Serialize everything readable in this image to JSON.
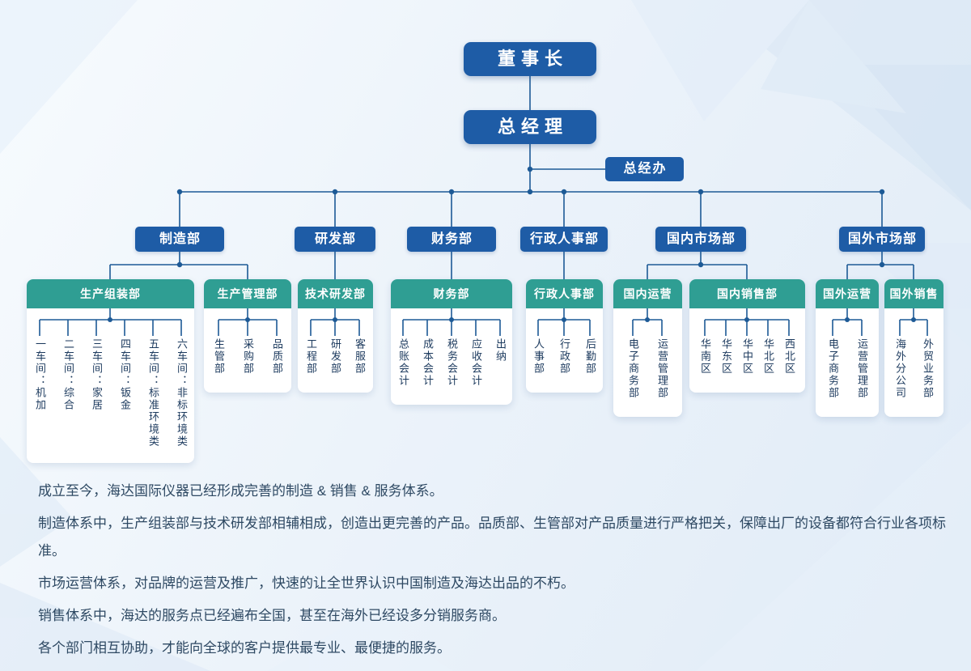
{
  "org": {
    "chairman": "董事长",
    "general_manager": "总经理",
    "gm_office": "总经办",
    "departments": [
      {
        "label": "制造部"
      },
      {
        "label": "研发部"
      },
      {
        "label": "财务部"
      },
      {
        "label": "行政人事部"
      },
      {
        "label": "国内市场部"
      },
      {
        "label": "国外市场部"
      }
    ],
    "panels": [
      {
        "title": "生产组装部",
        "items": [
          "一车间：机加",
          "二车间：综合",
          "三车间：家居",
          "四车间：钣金",
          "五车间：标准环境类",
          "六车间：非标环境类"
        ]
      },
      {
        "title": "生产管理部",
        "items": [
          "生管部",
          "采购部",
          "品质部"
        ]
      },
      {
        "title": "技术研发部",
        "items": [
          "工程部",
          "研发部",
          "客服部"
        ]
      },
      {
        "title": "财务部",
        "items": [
          "总账会计",
          "成本会计",
          "税务会计",
          "应收会计",
          "出纳"
        ]
      },
      {
        "title": "行政人事部",
        "items": [
          "人事部",
          "行政部",
          "后勤部"
        ]
      },
      {
        "title": "国内运营",
        "items": [
          "电子商务部",
          "运营管理部"
        ]
      },
      {
        "title": "国内销售部",
        "items": [
          "华南区",
          "华东区",
          "华中区",
          "华北区",
          "西北区"
        ]
      },
      {
        "title": "国外运营",
        "items": [
          "电子商务部",
          "运营管理部"
        ]
      },
      {
        "title": "国外销售部",
        "items": [
          "海外分公司",
          "外贸业务部"
        ]
      }
    ]
  },
  "description": {
    "paragraphs": [
      "成立至今，海达国际仪器已经形成完善的制造 & 销售 & 服务体系。",
      "制造体系中，生产组装部与技术研发部相辅相成，创造出更完善的产品。品质部、生管部对产品质量进行严格把关，保障出厂的设备都符合行业各项标准。",
      "市场运营体系，对品牌的运营及推广，快速的让全世界认识中国制造及海达出品的不朽。",
      "销售体系中，海达的服务点已经遍布全国，甚至在海外已经设多分销服务商。",
      "各个部门相互协助，才能向全球的客户提供最专业、最便捷的服务。"
    ]
  },
  "colors": {
    "box_blue": "#1e5ca6",
    "teal": "#2f9e93",
    "line": "#1d5a96",
    "text_dark": "#2e4963",
    "background": "#e9f1fa"
  }
}
